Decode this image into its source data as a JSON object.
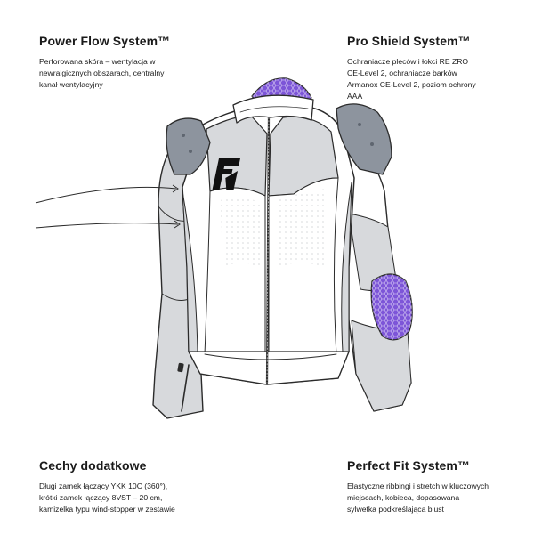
{
  "features": {
    "top_left": {
      "title": "Power Flow System™",
      "text": "Perforowana skóra – wentylacja w\nnewralgicznych obszarach, centralny\nkanał wentylacyjny"
    },
    "top_right": {
      "title": "Pro Shield System™",
      "text": "Ochraniacze pleców i łokci RE ZRO\nCE-Level 2, ochraniacze barków\nArmanox CE-Level 2, poziom ochrony\nAAA"
    },
    "bottom_left": {
      "title": "Cechy dodatkowe",
      "text": "Długi zamek łączący YKK 10C (360°),\nkrótki zamek łączący 8VST – 20 cm,\nkamizelka typu wind-stopper w zestawie"
    },
    "bottom_right": {
      "title": "Perfect Fit System™",
      "text": "Elastyczne ribbingi i stretch w kluczowych\nmiejscach, kobieca, dopasowana\nsylwetka podkreślająca biust"
    }
  },
  "colors": {
    "panel_grey": "#d7d9dc",
    "white_panel": "#ffffff",
    "outline": "#2b2b2b",
    "shoulder_slider": "#8d949e",
    "protector_purple": "#7d55d8",
    "logo": "#111111"
  }
}
